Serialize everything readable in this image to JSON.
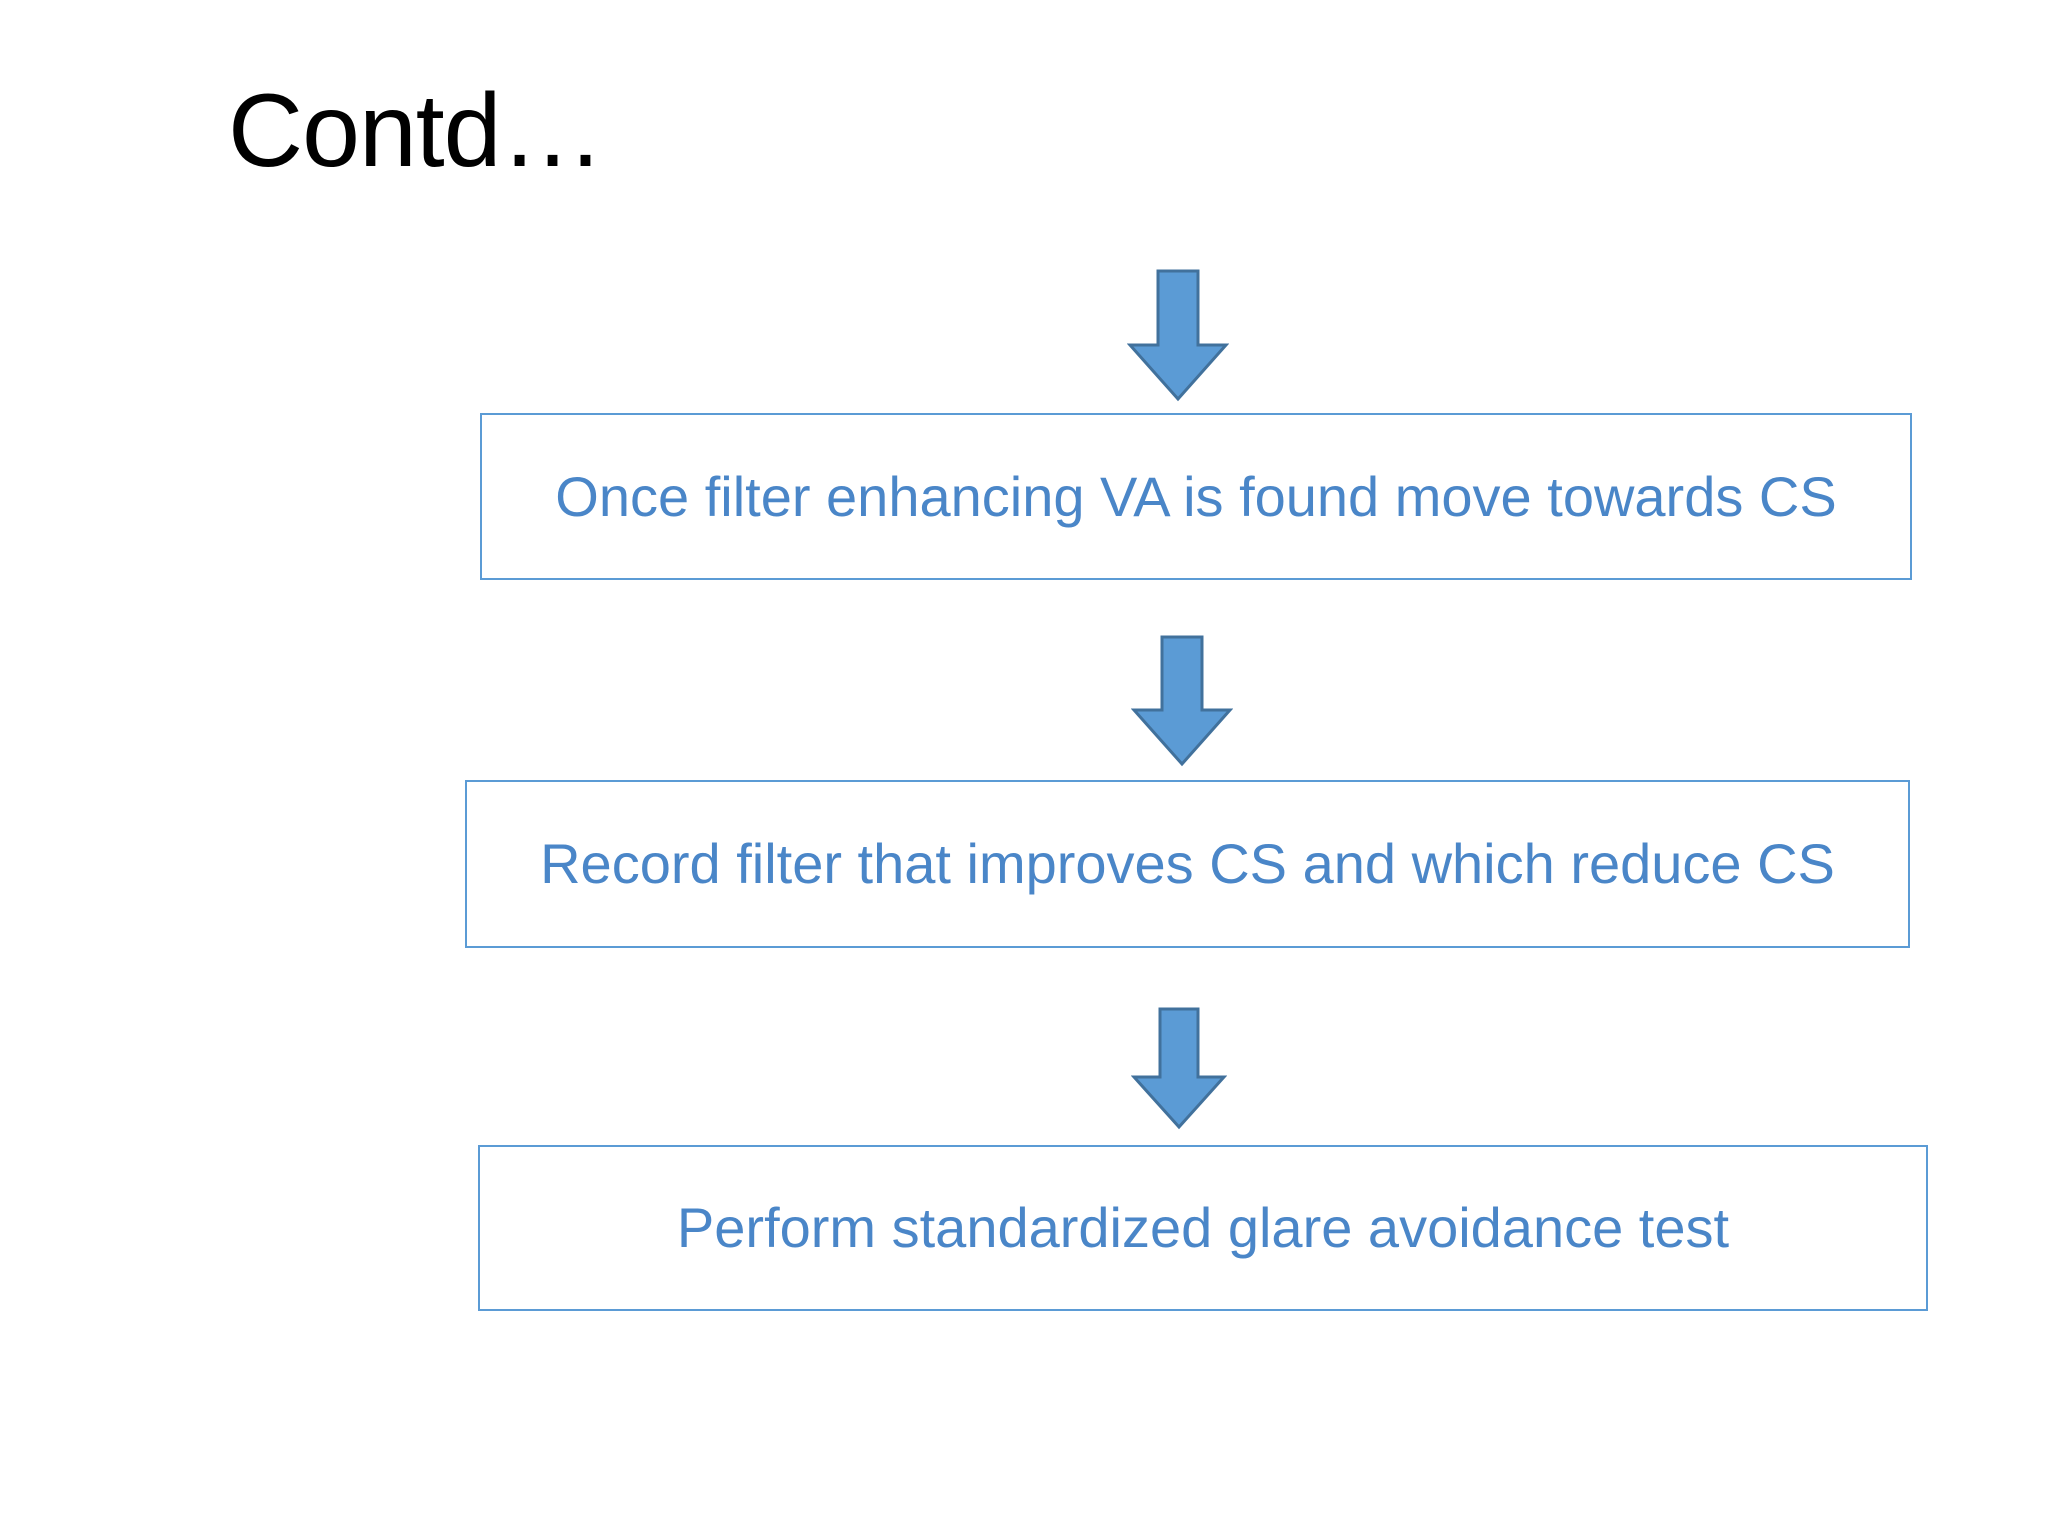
{
  "slide": {
    "title": "Contd…",
    "background_color": "#FFFFFF",
    "title_color": "#000000"
  },
  "theme": {
    "accent_blue": "#5B9BD5",
    "arrow_fill": "#5B9BD5",
    "arrow_stroke": "#41719C",
    "box_border": "#5B9BD5",
    "box_fill": "#FFFFFF",
    "box_text_color": "#4A86C8"
  },
  "flowchart": {
    "orientation": "vertical-top-to-bottom",
    "arrows": [
      {
        "name": "arrow-into-step-1",
        "direction": "down"
      },
      {
        "name": "arrow-step-1-to-step-2",
        "direction": "down"
      },
      {
        "name": "arrow-step-2-to-step-3",
        "direction": "down"
      }
    ],
    "steps": [
      {
        "index": 1,
        "text": "Once filter enhancing VA is found move towards CS"
      },
      {
        "index": 2,
        "text": "Record filter that improves CS and which reduce CS"
      },
      {
        "index": 3,
        "text": "Perform standardized glare avoidance test"
      }
    ]
  }
}
